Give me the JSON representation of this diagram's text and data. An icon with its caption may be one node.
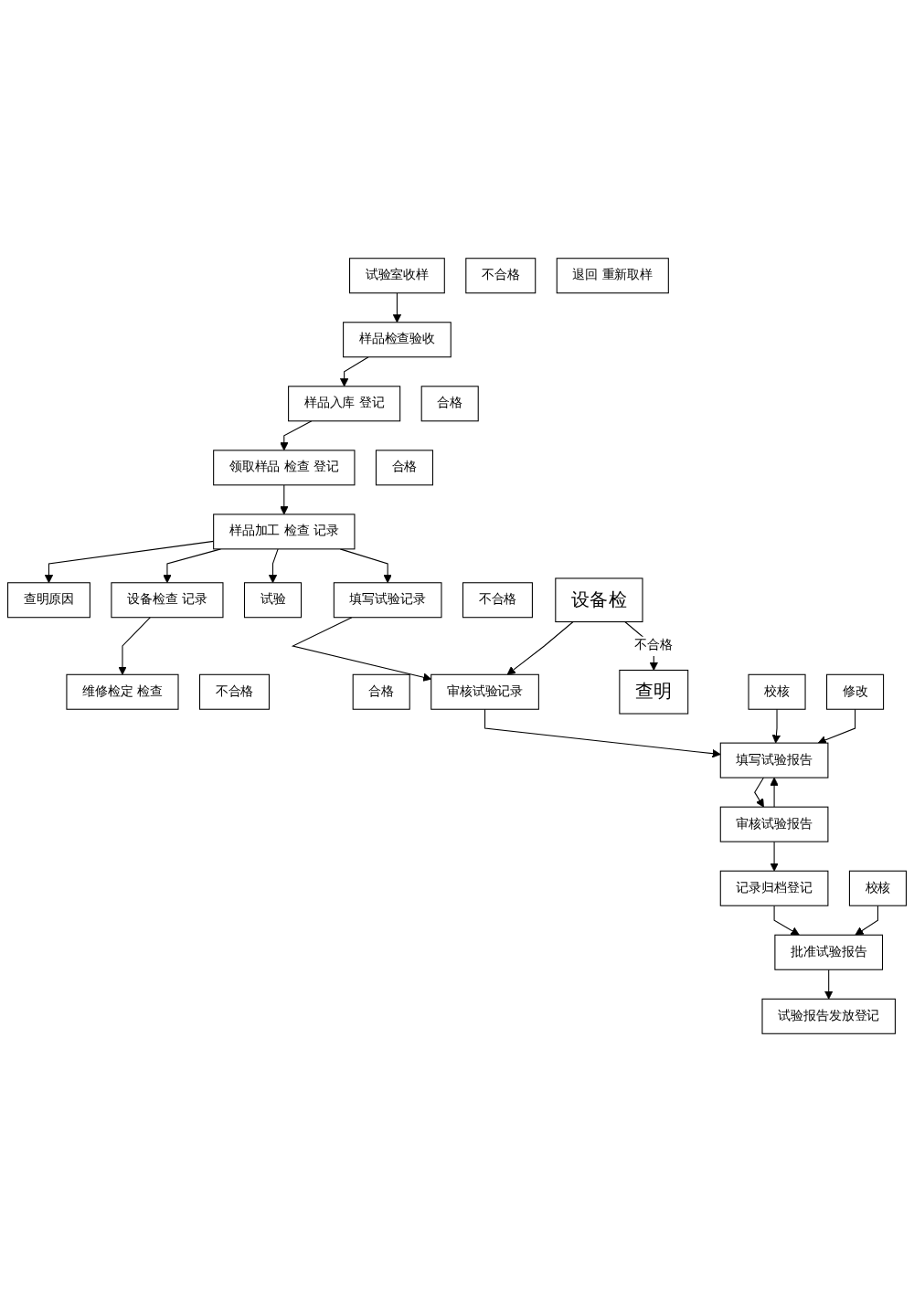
{
  "diagram": {
    "nodes": [
      {
        "text": [
          "试验室收样"
        ]
      },
      {
        "text": [
          "不合格"
        ]
      },
      {
        "text": [
          "退回 重新取样"
        ]
      },
      {
        "text": [
          "样品检查验收"
        ]
      },
      {
        "text": [
          "合格"
        ]
      },
      {
        "text": [
          "样品入库 登记"
        ]
      },
      {
        "text": [
          "领取样品 检查 登记"
        ]
      },
      {
        "text": [
          "合格"
        ]
      },
      {
        "text": [
          "样品加工 检查 记录"
        ]
      },
      {
        "text": [
          "不合格"
        ]
      },
      {
        "text": [
          "查明原因"
        ]
      },
      {
        "text": [
          "设备检查 记录"
        ]
      },
      {
        "text": [
          "试验"
        ]
      },
      {
        "text": [
          "填写试验记录"
        ]
      },
      {
        "text": [
          "设备检"
        ]
      },
      {
        "text": [
          "查明"
        ]
      },
      {
        "text": [
          "不合格"
        ]
      },
      {
        "text": [
          "合格"
        ]
      },
      {
        "text": [
          "维修检定 检查"
        ]
      },
      {
        "text": [
          "审核试验记录"
        ]
      },
      {
        "text": [
          "校核"
        ]
      },
      {
        "text": [
          "填写试验报告"
        ]
      },
      {
        "text": [
          "修改"
        ]
      },
      {
        "text": [
          "审核试验报告"
        ]
      },
      {
        "text": [
          "记录归档登记"
        ]
      },
      {
        "text": [
          "校核"
        ]
      },
      {
        "text": [
          "批准试验报告"
        ]
      },
      {
        "text": [
          "试验报告发放登记"
        ]
      }
    ],
    "edges": [
      {
        "from": 0,
        "to": 3,
        "arrow": "to"
      },
      {
        "from": 3,
        "to": 5,
        "arrow": "to"
      },
      {
        "from": 5,
        "to": 6,
        "arrow": "to"
      },
      {
        "from": 6,
        "to": 8,
        "arrow": "to"
      },
      {
        "from": 8,
        "to": 10,
        "arrow": "to"
      },
      {
        "from": 8,
        "to": 11,
        "arrow": "to"
      },
      {
        "from": 8,
        "to": 12,
        "arrow": "to"
      },
      {
        "from": 8,
        "to": 13,
        "arrow": "to"
      },
      {
        "from": 11,
        "to": 18,
        "arrow": "to"
      },
      {
        "from": 13,
        "to": 19,
        "arrow": "to"
      },
      {
        "from": 14,
        "to": 19,
        "arrow": "to"
      },
      {
        "from": 14,
        "to": 15,
        "arrow": "to",
        "label": "不合格"
      },
      {
        "from": 19,
        "to": 21,
        "arrow": "to"
      },
      {
        "from": 20,
        "to": 21,
        "arrow": "to"
      },
      {
        "from": 21,
        "to": 23,
        "arrow": "to"
      },
      {
        "from": 23,
        "to": 21,
        "arrow": "to"
      },
      {
        "from": 22,
        "to": 21,
        "arrow": "to"
      },
      {
        "from": 23,
        "to": 24,
        "arrow": "to"
      },
      {
        "from": 24,
        "to": 26,
        "arrow": "to"
      },
      {
        "from": 25,
        "to": 26,
        "arrow": "to"
      },
      {
        "from": 26,
        "to": 27,
        "arrow": "to"
      }
    ]
  }
}
